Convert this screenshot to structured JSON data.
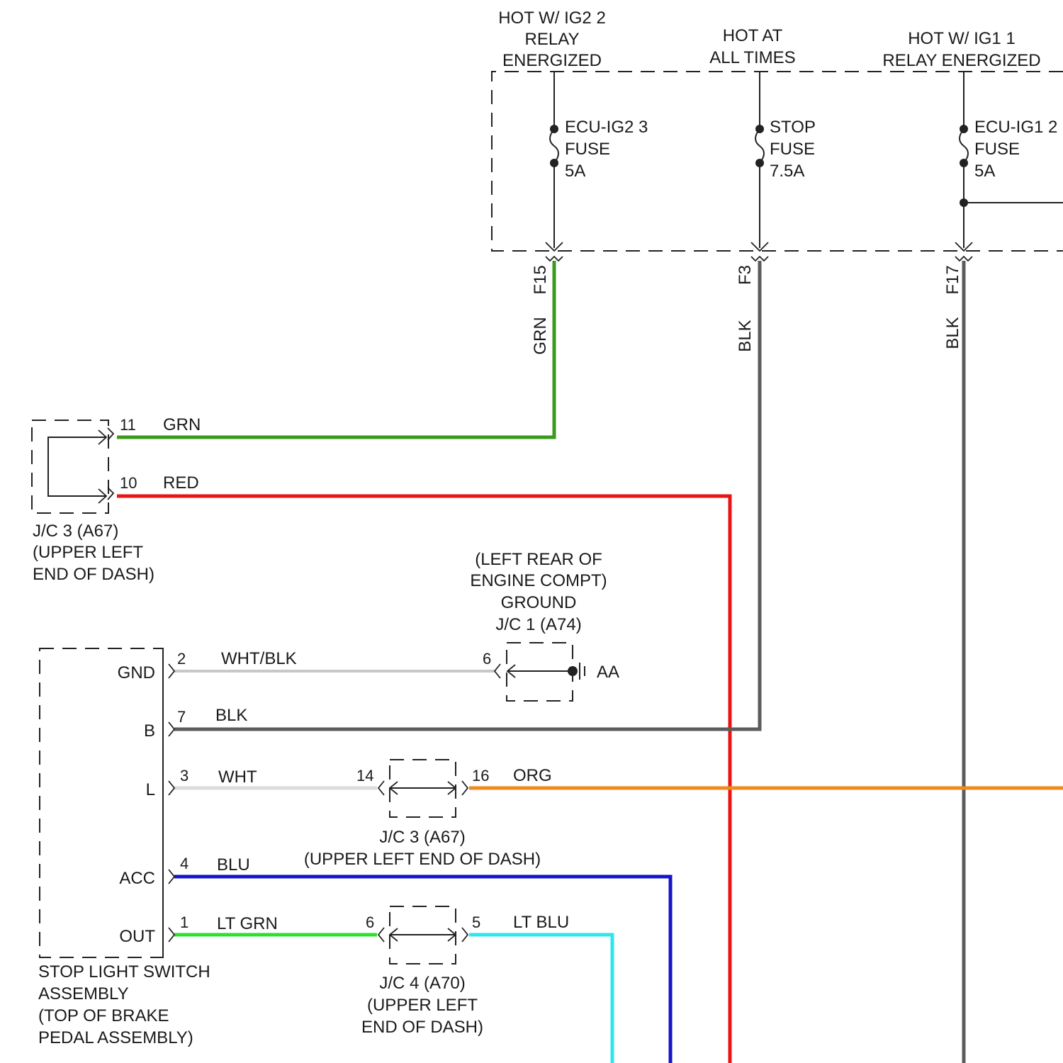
{
  "colors": {
    "grn": "#3a9a1c",
    "red": "#e81414",
    "blk": "#5c5c5c",
    "wht": "#dcdcdc",
    "wht_blk": "#c8c8c8",
    "org": "#f08a1c",
    "blu": "#1414c8",
    "lt_grn": "#2ee02e",
    "lt_blu": "#2ee6ee",
    "line": "#222222"
  },
  "power_sources": [
    {
      "line1": "HOT W/ IG2 2",
      "line2": "RELAY",
      "line3": "ENERGIZED"
    },
    {
      "line1": "HOT AT",
      "line2": "ALL TIMES"
    },
    {
      "line1": "HOT W/ IG1 1",
      "line2": "RELAY ENERGIZED"
    }
  ],
  "fuses": [
    {
      "name": "ECU-IG2 3",
      "type": "FUSE",
      "rating": "5A"
    },
    {
      "name": "STOP",
      "type": "FUSE",
      "rating": "7.5A"
    },
    {
      "name": "ECU-IG1 2",
      "type": "FUSE",
      "rating": "5A"
    }
  ],
  "vertical_wires": [
    {
      "terminal": "F15",
      "color_label": "GRN",
      "icon": "wire-icon"
    },
    {
      "terminal": "F3",
      "color_label": "BLK",
      "icon": "wire-icon"
    },
    {
      "terminal": "F17",
      "color_label": "BLK",
      "icon": "wire-icon"
    }
  ],
  "jc3_top": {
    "pins": [
      {
        "pin": "11",
        "color_label": "GRN"
      },
      {
        "pin": "10",
        "color_label": "RED"
      }
    ],
    "label": [
      "J/C 3 (A67)",
      "(UPPER LEFT",
      "END OF DASH)"
    ]
  },
  "ground": {
    "label": [
      "(LEFT REAR OF",
      "ENGINE COMPT)",
      "GROUND",
      "J/C 1 (A74)"
    ],
    "pin": "6",
    "ground_point": "AA",
    "icon": "ground-icon"
  },
  "switch": {
    "terminals": [
      {
        "name": "GND",
        "pin": "2",
        "color_label": "WHT/BLK"
      },
      {
        "name": "B",
        "pin": "7",
        "color_label": "BLK"
      },
      {
        "name": "L",
        "pin": "3",
        "color_label": "WHT"
      },
      {
        "name": "ACC",
        "pin": "4",
        "color_label": "BLU"
      },
      {
        "name": "OUT",
        "pin": "1",
        "color_label": "LT GRN"
      }
    ],
    "label": [
      "STOP LIGHT SWITCH",
      "ASSEMBLY",
      "(TOP OF BRAKE",
      "PEDAL ASSEMBLY)"
    ]
  },
  "jc3_mid": {
    "pin_in": "14",
    "pin_out": "16",
    "out_color_label": "ORG",
    "label": [
      "J/C 3 (A67)",
      "(UPPER LEFT END OF DASH)"
    ]
  },
  "jc4": {
    "pin_in": "6",
    "pin_out": "5",
    "out_color_label": "LT BLU",
    "label": [
      "J/C 4 (A70)",
      "(UPPER LEFT",
      "END OF DASH)"
    ]
  }
}
